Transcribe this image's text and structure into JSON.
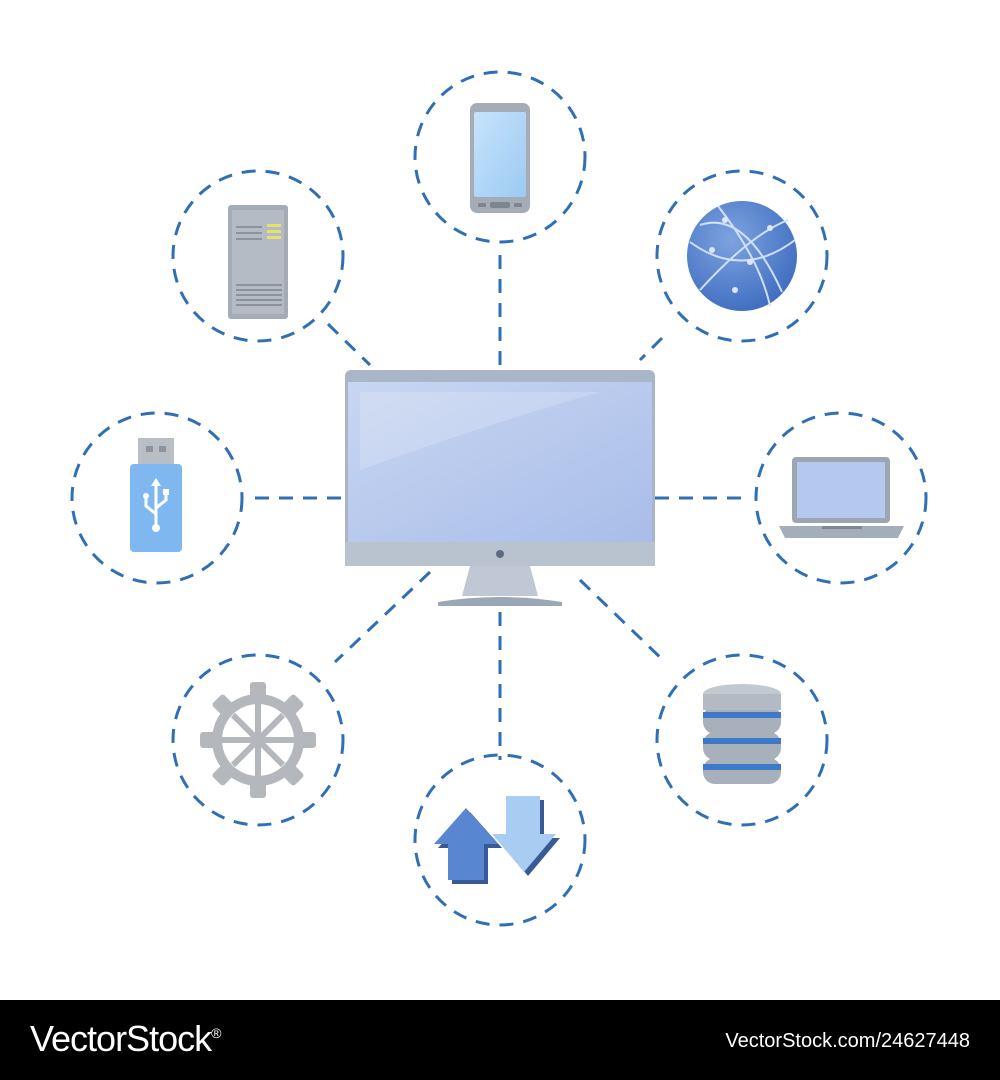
{
  "colors": {
    "dash": "#2f6fb5",
    "monitor_frame": "#a9b6c8",
    "monitor_screen": "#b5c7ea",
    "accent_blue": "#4a7bc8",
    "light_blue": "#a9cdf2",
    "gray": "#b4b8bd",
    "footer_bg": "#000000",
    "footer_text": "#ffffff"
  },
  "diagram": {
    "hub": {
      "name": "monitor",
      "icon": "desktop-monitor-icon"
    },
    "nodes": [
      {
        "name": "smartphone",
        "icon": "smartphone-icon"
      },
      {
        "name": "globe",
        "icon": "globe-network-icon"
      },
      {
        "name": "laptop",
        "icon": "laptop-icon"
      },
      {
        "name": "database",
        "icon": "database-icon"
      },
      {
        "name": "transfer",
        "icon": "upload-download-arrows-icon"
      },
      {
        "name": "gear",
        "icon": "gear-icon"
      },
      {
        "name": "usb",
        "icon": "usb-drive-icon"
      },
      {
        "name": "server",
        "icon": "server-tower-icon"
      }
    ]
  },
  "footer": {
    "brand_name": "VectorStock",
    "brand_mark": "®",
    "image_id": "VectorStock.com/24627448"
  }
}
